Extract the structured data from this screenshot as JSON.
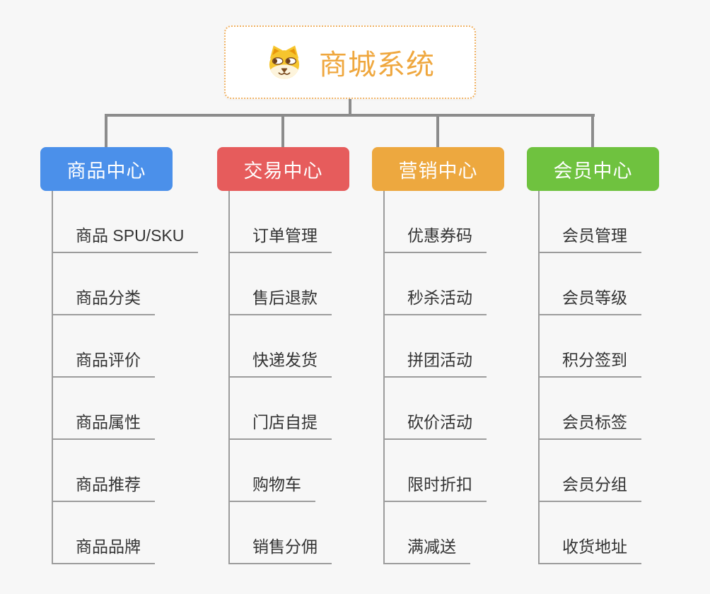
{
  "page": {
    "background": "#f7f7f7"
  },
  "connectors": {
    "color": "#8c8c8c",
    "child_line_color": "#9c9c9c"
  },
  "root": {
    "title": "商城系统",
    "icon": "dog-face-icon",
    "text_color": "#efa73e",
    "border_color": "#f0b264"
  },
  "branches": [
    {
      "label": "商品中心",
      "color": "#4b90ea",
      "children": [
        "商品 SPU/SKU",
        "商品分类",
        "商品评价",
        "商品属性",
        "商品推荐",
        "商品品牌"
      ]
    },
    {
      "label": "交易中心",
      "color": "#e65c5c",
      "children": [
        "订单管理",
        "售后退款",
        "快递发货",
        "门店自提",
        "购物车",
        "销售分佣"
      ]
    },
    {
      "label": "营销中心",
      "color": "#eda83f",
      "children": [
        "优惠券码",
        "秒杀活动",
        "拼团活动",
        "砍价活动",
        "限时折扣",
        "满减送"
      ]
    },
    {
      "label": "会员中心",
      "color": "#6fc23f",
      "children": [
        "会员管理",
        "会员等级",
        "积分签到",
        "会员标签",
        "会员分组",
        "收货地址"
      ]
    }
  ]
}
